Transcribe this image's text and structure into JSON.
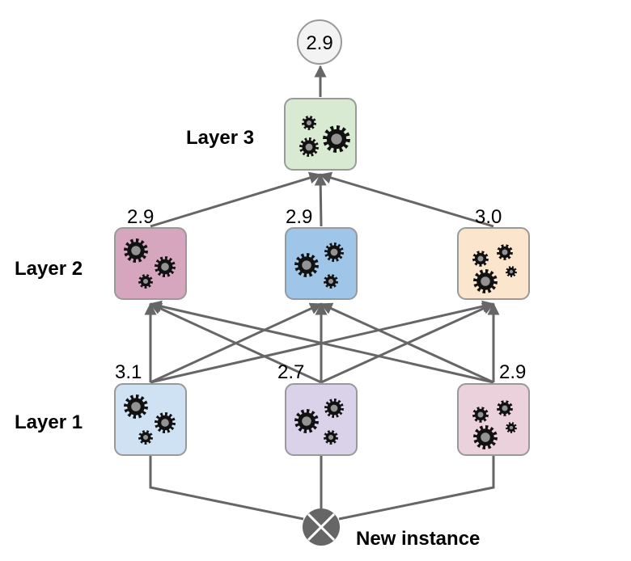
{
  "diagram": {
    "output": {
      "value": "2.9"
    },
    "input": {
      "label": "New instance"
    },
    "layers": [
      {
        "label": "Layer 1",
        "nodes": [
          {
            "value": "3.1",
            "color": "#cfe2f3"
          },
          {
            "value": "2.7",
            "color": "#d9d2e9"
          },
          {
            "value": "2.9",
            "color": "#ead1dc"
          }
        ]
      },
      {
        "label": "Layer 2",
        "nodes": [
          {
            "value": "2.9",
            "color": "#d5a6bd"
          },
          {
            "value": "2.9",
            "color": "#9fc5e8"
          },
          {
            "value": "3.0",
            "color": "#fce5cd"
          }
        ]
      },
      {
        "label": "Layer 3",
        "nodes": [
          {
            "color": "#d9ead3"
          }
        ]
      }
    ],
    "colors": {
      "arrow": "#666666",
      "node_border": "#999999",
      "input_fill": "#666666",
      "output_fill": "#f3f3f3"
    },
    "node_icon": "gears-icon",
    "input_icon": "x-circle-icon"
  }
}
